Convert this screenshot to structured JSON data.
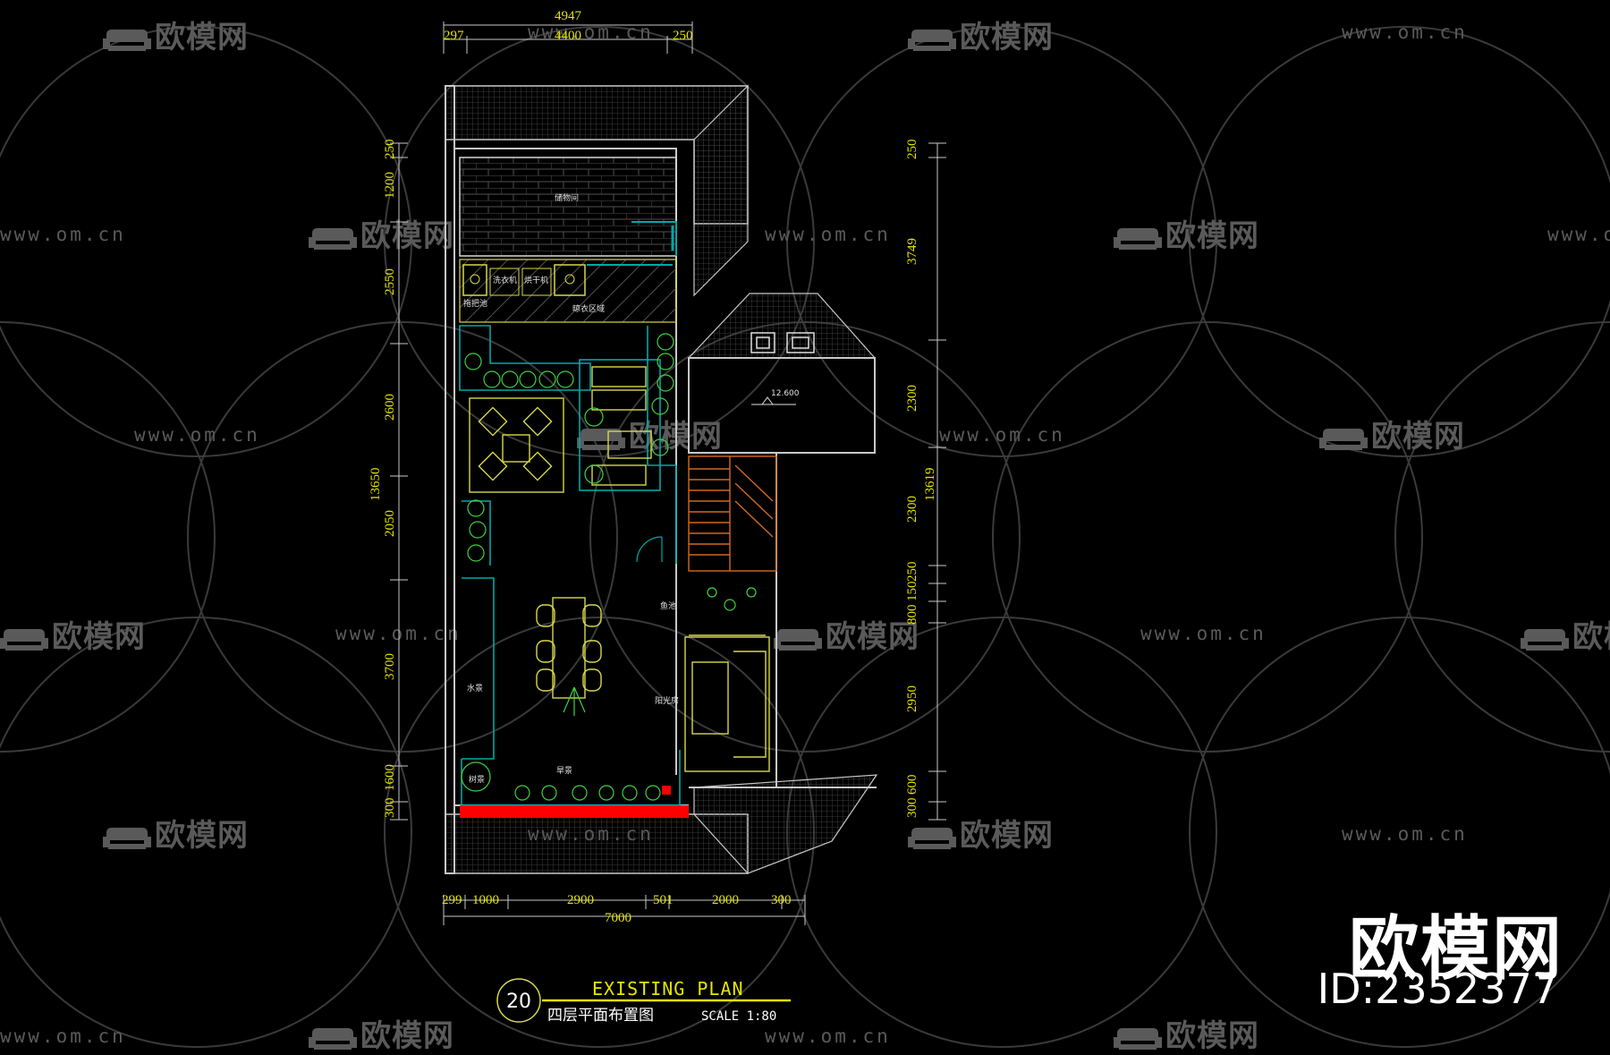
{
  "watermark": {
    "brand_text": "欧模网",
    "url_text": "www.om.cn"
  },
  "brand_corner": {
    "name": "欧模网",
    "id": "ID:2352377"
  },
  "dimensions": {
    "top_total": "4947",
    "top_left": "297",
    "top_mid": "4400",
    "top_right": "250",
    "left_overall": "13650",
    "left_segments": [
      "250",
      "1200",
      "2550",
      "2600",
      "2050",
      "3700",
      "1600",
      "300"
    ],
    "right_overall": "13619",
    "right_segments": [
      "250",
      "3749",
      "2300",
      "2300",
      "250",
      "150",
      "800",
      "2950",
      "600",
      "300"
    ],
    "bottom_total": "7000",
    "bottom_segments": [
      "299",
      "1000",
      "2900",
      "501",
      "2000",
      "300"
    ]
  },
  "rooms": {
    "storage": "储物间",
    "washer": "洗衣机",
    "dryer": "烘干机",
    "mop_sink": "拖把池",
    "laundry_zone": "晾衣区域",
    "fish_pond": "鱼池",
    "sun_room": "阳光房",
    "water_feature": "水景",
    "dry_landscape": "旱景",
    "tree_feature": "树景",
    "level": "12.600"
  },
  "title_block": {
    "number": "20",
    "title": "EXISTING PLAN",
    "subtitle": "四层平面布置图",
    "scale": "SCALE 1:80"
  },
  "colors": {
    "background": "#000000",
    "wall": "#c8c8c8",
    "dimension": "#e6e600",
    "furniture": "#d8d84a",
    "plant": "#3fd23f",
    "cyan": "#00a8a8",
    "orange": "#d2691e",
    "red": "#ff0000",
    "watermark": "#5a5a5a"
  }
}
